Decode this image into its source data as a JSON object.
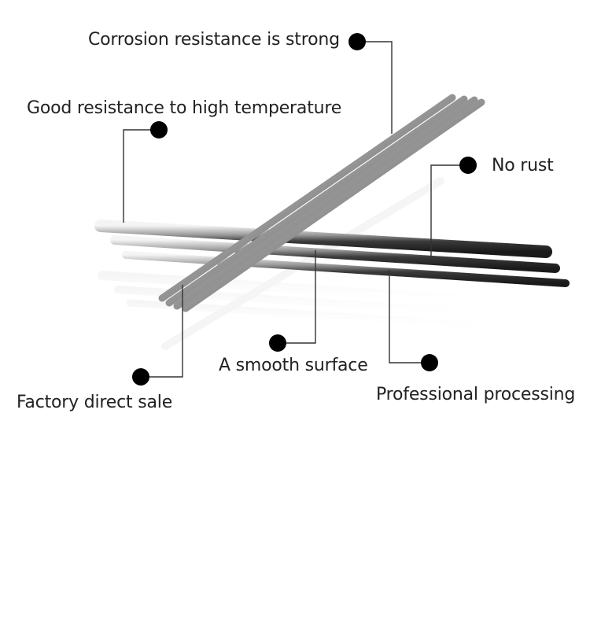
{
  "labels": {
    "corrosion": "Corrosion resistance is strong",
    "high_temp": "Good resistance to high temperature",
    "no_rust": "No rust",
    "smooth": "A smooth surface",
    "factory": "Factory direct sale",
    "processing": "Professional processing"
  },
  "colors": {
    "dot": "#000000",
    "leader_line": "#333333",
    "rod_dark": "#2b2b2b",
    "rod_light": "#d9d9d9"
  }
}
